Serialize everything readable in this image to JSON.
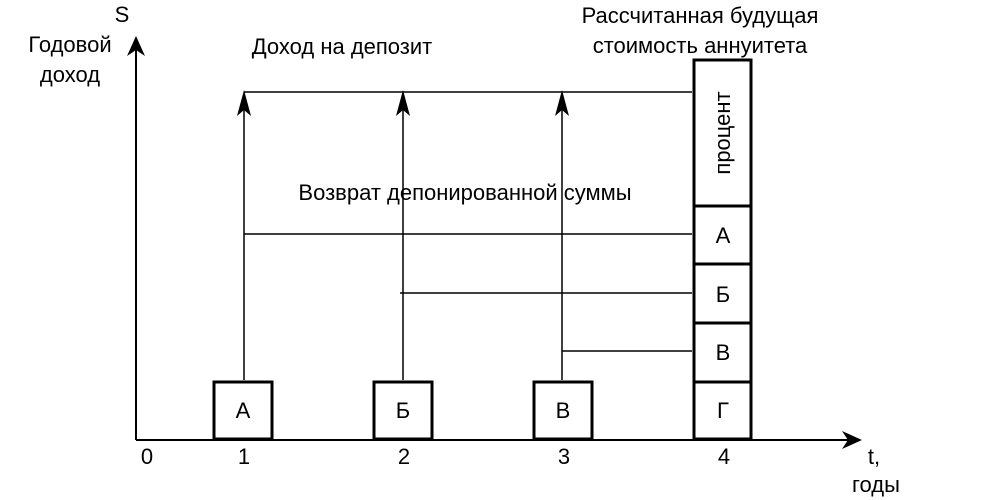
{
  "axes": {
    "y_symbol": "S",
    "y_label_line1": "Годовой",
    "y_label_line2": "доход",
    "x_symbol": "t,",
    "x_unit": "годы",
    "ticks": [
      "0",
      "1",
      "2",
      "3",
      "4"
    ]
  },
  "labels": {
    "deposit_income": "Доход на депозит",
    "return_of_deposit": "Возврат депонированной суммы",
    "future_value_line1": "Рассчитанная будущая",
    "future_value_line2": "стоимость аннуитета"
  },
  "deposits": [
    "А",
    "Б",
    "В"
  ],
  "stack": {
    "interest_label": "процент",
    "segments": [
      "А",
      "Б",
      "В",
      "Г"
    ]
  }
}
